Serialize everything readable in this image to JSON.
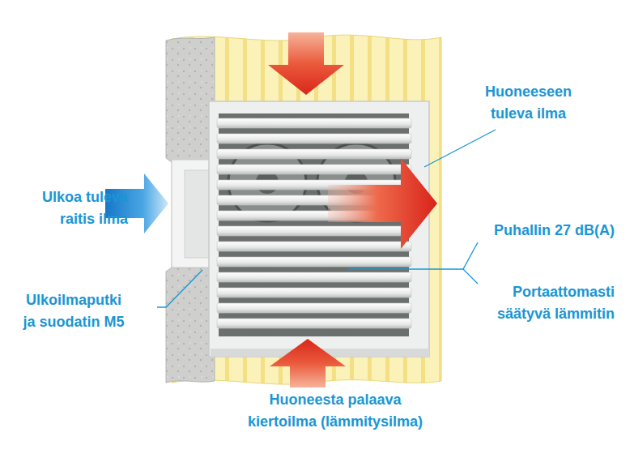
{
  "diagram": {
    "labels": [
      "Huoneeseen tuleva ilma",
      "Ulkoa tuleva raitis ilma",
      "Puhallin 27 dB(A)",
      "Ulkoilmaputki ja suodatin M5",
      "Portaattomasti säätyvä lämmitin",
      "Huoneesta palaava kiertoilma (lämmitysilma)"
    ]
  }
}
